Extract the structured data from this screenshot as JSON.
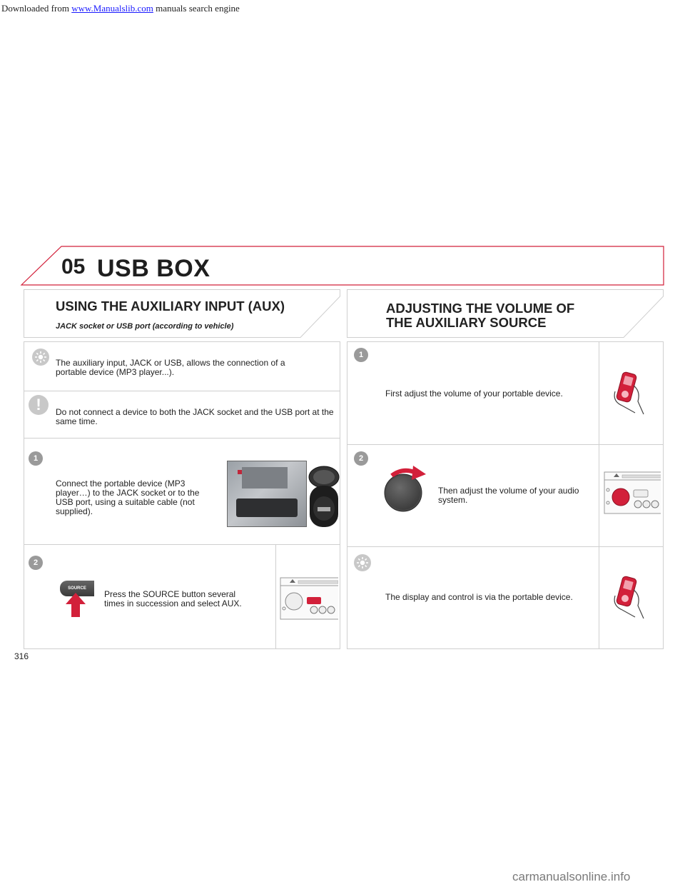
{
  "header": {
    "prefix": "Downloaded from",
    "link": "www.Manualslib.com",
    "suffix": "manuals search engine"
  },
  "chapter": {
    "number": "05",
    "title": "USB BOX"
  },
  "left": {
    "heading": "USING THE AUXILIARY INPUT (AUX)",
    "subheading": "JACK socket or USB port (according to vehicle)",
    "tip_text": "The auxiliary input, JACK or USB, allows the connection of a portable device (MP3 player...).",
    "warning_text": "Do not connect a device to both the JACK socket and the USB port at the same time.",
    "step1": {
      "badge": "1",
      "text": "Connect the portable device (MP3 player…) to the JACK socket or to the USB port, using a suitable cable (not supplied)."
    },
    "step2": {
      "badge": "2",
      "button_label": "SOURCE",
      "text": "Press the SOURCE button several times in succession and select AUX."
    }
  },
  "right": {
    "heading_line1": "ADJUSTING THE VOLUME OF",
    "heading_line2": "THE AUXILIARY SOURCE",
    "step1": {
      "badge": "1",
      "text": "First adjust the volume of your portable device."
    },
    "step2": {
      "badge": "2",
      "text": "Then adjust the volume of your audio system."
    },
    "tip_text": "The display and control is via the portable device."
  },
  "page_number": "316",
  "watermark": "carmanualsonline.info",
  "colors": {
    "accent_red": "#d2203a",
    "panel_border": "#cfcfcf",
    "badge_gray": "#9a9a9a"
  }
}
